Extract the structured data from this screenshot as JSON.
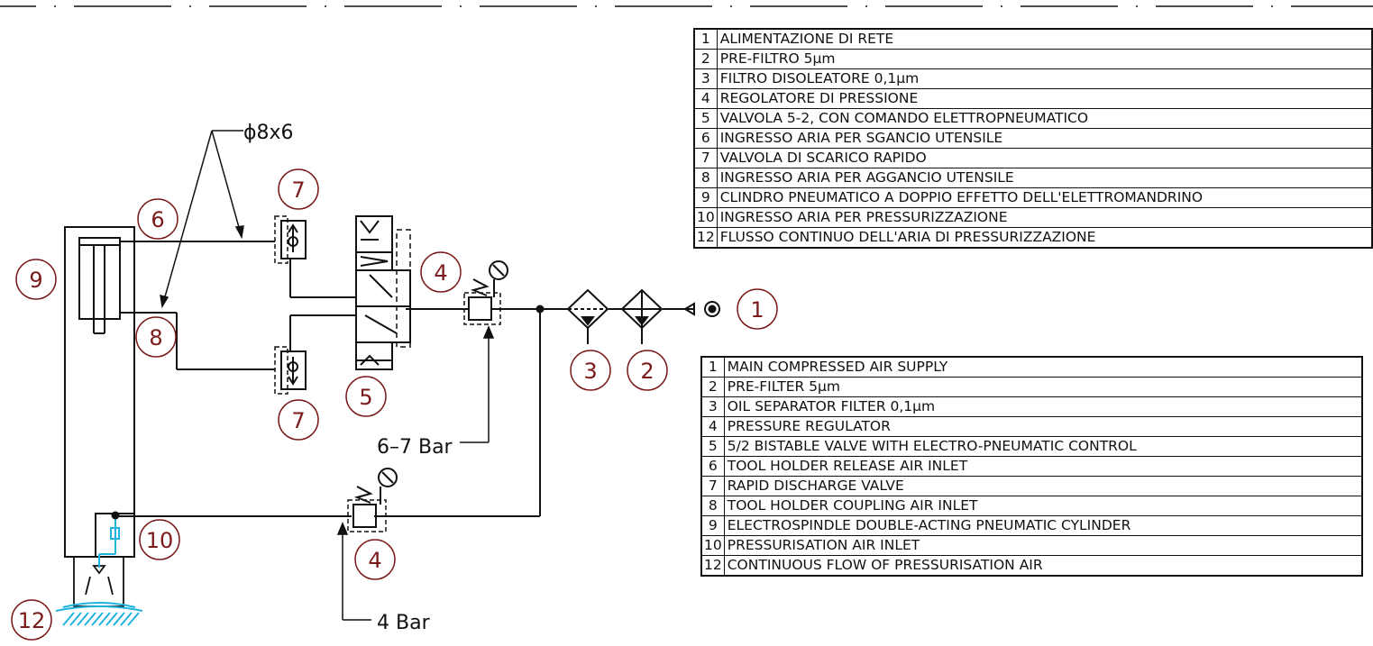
{
  "dimension_label": "ϕ8x6",
  "pressure_main": "6–7 Bar",
  "pressure_aux": "4 Bar",
  "balloons": {
    "supply": "1",
    "prefilter": "2",
    "oilfilter": "3",
    "regulator_main": "4",
    "valve": "5",
    "inlet_release": "6",
    "discharge_top": "7",
    "discharge_bottom": "7",
    "inlet_coupling": "8",
    "cylinder": "9",
    "pressurisation": "10",
    "regulator_aux": "4",
    "flow": "12"
  },
  "legend_it": [
    {
      "num": "1",
      "text": "ALIMENTAZIONE DI RETE"
    },
    {
      "num": "2",
      "text": "PRE-FILTRO 5µm"
    },
    {
      "num": "3",
      "text": "FILTRO DISOLEATORE 0,1µm"
    },
    {
      "num": "4",
      "text": "REGOLATORE DI PRESSIONE"
    },
    {
      "num": "5",
      "text": "VALVOLA 5-2, CON COMANDO ELETTROPNEUMATICO"
    },
    {
      "num": "6",
      "text": "INGRESSO ARIA PER SGANCIO UTENSILE"
    },
    {
      "num": "7",
      "text": "VALVOLA DI SCARICO RAPIDO"
    },
    {
      "num": "8",
      "text": "INGRESSO ARIA PER AGGANCIO UTENSILE"
    },
    {
      "num": "9",
      "text": "CLINDRO PNEUMATICO A DOPPIO EFFETTO DELL'ELETTROMANDRINO"
    },
    {
      "num": "10",
      "text": "INGRESSO ARIA PER PRESSURIZZAZIONE"
    },
    {
      "num": "12",
      "text": "FLUSSO CONTINUO DELL'ARIA DI PRESSURIZZAZIONE"
    }
  ],
  "legend_en": [
    {
      "num": "1",
      "text": "MAIN COMPRESSED AIR SUPPLY"
    },
    {
      "num": "2",
      "text": "PRE-FILTER 5µm"
    },
    {
      "num": "3",
      "text": "OIL SEPARATOR FILTER 0,1µm"
    },
    {
      "num": "4",
      "text": "PRESSURE REGULATOR"
    },
    {
      "num": "5",
      "text": "5/2 BISTABLE VALVE WITH ELECTRO-PNEUMATIC CONTROL"
    },
    {
      "num": "6",
      "text": "TOOL HOLDER RELEASE AIR INLET"
    },
    {
      "num": "7",
      "text": "RAPID DISCHARGE VALVE"
    },
    {
      "num": "8",
      "text": "TOOL HOLDER COUPLING AIR INLET"
    },
    {
      "num": "9",
      "text": "ELECTROSPINDLE DOUBLE-ACTING PNEUMATIC CYLINDER"
    },
    {
      "num": "10",
      "text": "PRESSURISATION AIR INLET"
    },
    {
      "num": "12",
      "text": "CONTINUOUS FLOW OF PRESSURISATION AIR"
    }
  ],
  "colors": {
    "line": "#111111",
    "balloon": "#7a1a1a",
    "flow": "#1fb4e0"
  }
}
